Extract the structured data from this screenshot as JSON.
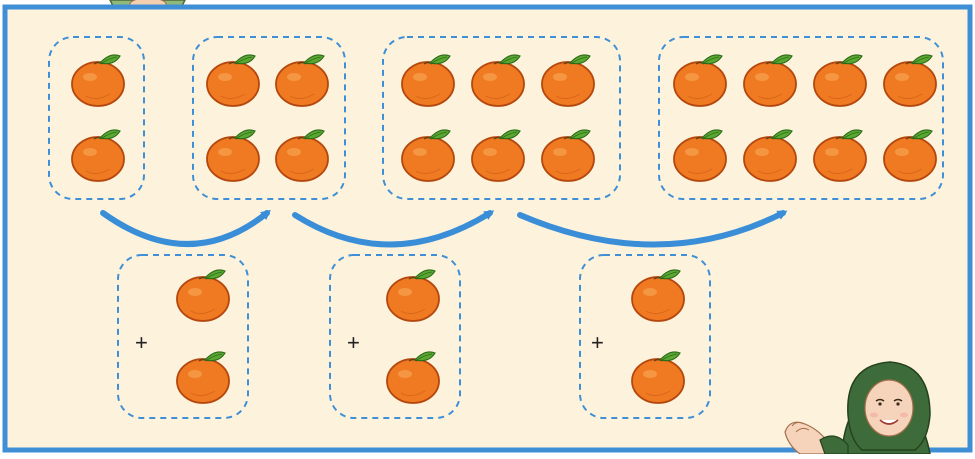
{
  "diagram": {
    "groups": [
      {
        "id": "group-2",
        "count": 2
      },
      {
        "id": "group-4",
        "count": 4
      },
      {
        "id": "group-6",
        "count": 6
      },
      {
        "id": "group-8",
        "count": 8
      }
    ],
    "addends": [
      {
        "id": "add-1",
        "operator": "+",
        "count": 2
      },
      {
        "id": "add-2",
        "operator": "+",
        "count": 2
      },
      {
        "id": "add-3",
        "operator": "+",
        "count": 2
      }
    ],
    "item_icon": "orange-icon",
    "character_icon": "teacher-character-icon"
  },
  "colors": {
    "panel_background": "#fdf3dc",
    "panel_border": "#3f8fd6",
    "dashed_box": "#3f8fd6",
    "arrow": "#3a8ed8",
    "orange": "#ef7a22",
    "leaf": "#5aa832",
    "hijab": "#3e6b3a"
  }
}
